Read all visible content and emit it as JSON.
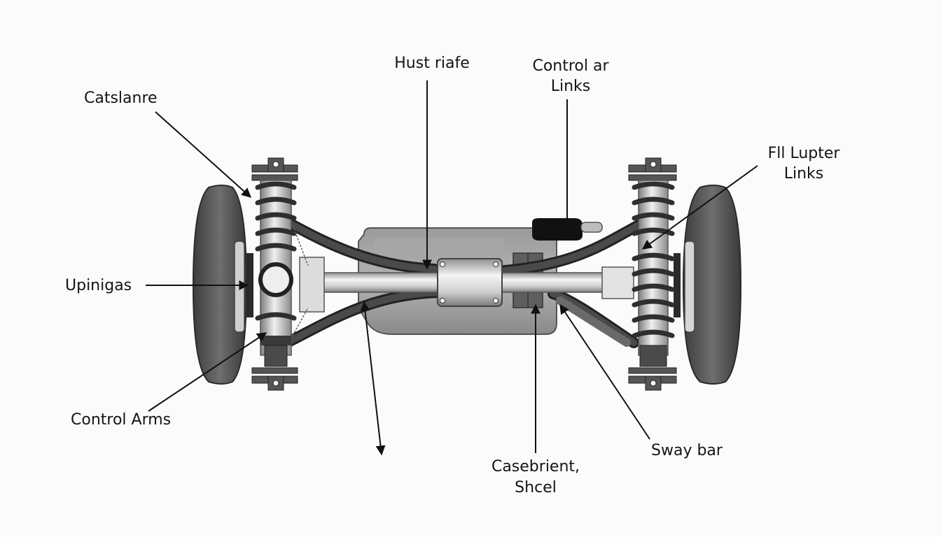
{
  "diagram": {
    "subject": "vehicle suspension assembly (front view)",
    "labels": {
      "catslanre": "Catslanre",
      "hust_riafe": "Hust riafe",
      "control_ar_links_1": "Control ar",
      "control_ar_links_2": "Links",
      "fll_lupter_links_1": "Fll Lupter",
      "fll_lupter_links_2": "Links",
      "upinigas": "Upinigas",
      "control_arms": "Control Arms",
      "casebrient_1": "Casebrient,",
      "casebrient_2": "Shcel",
      "sway_bar": "Sway bar"
    },
    "colors": {
      "background": "#fbfbfb",
      "line": "#111111",
      "tire": "#5a5a5a",
      "tire_dark": "#3a3a3a",
      "metal_light": "#e4e4e4",
      "metal_mid": "#a8a8a8",
      "housing": "#8c8c8c",
      "spring": "#2e2e2e"
    }
  }
}
